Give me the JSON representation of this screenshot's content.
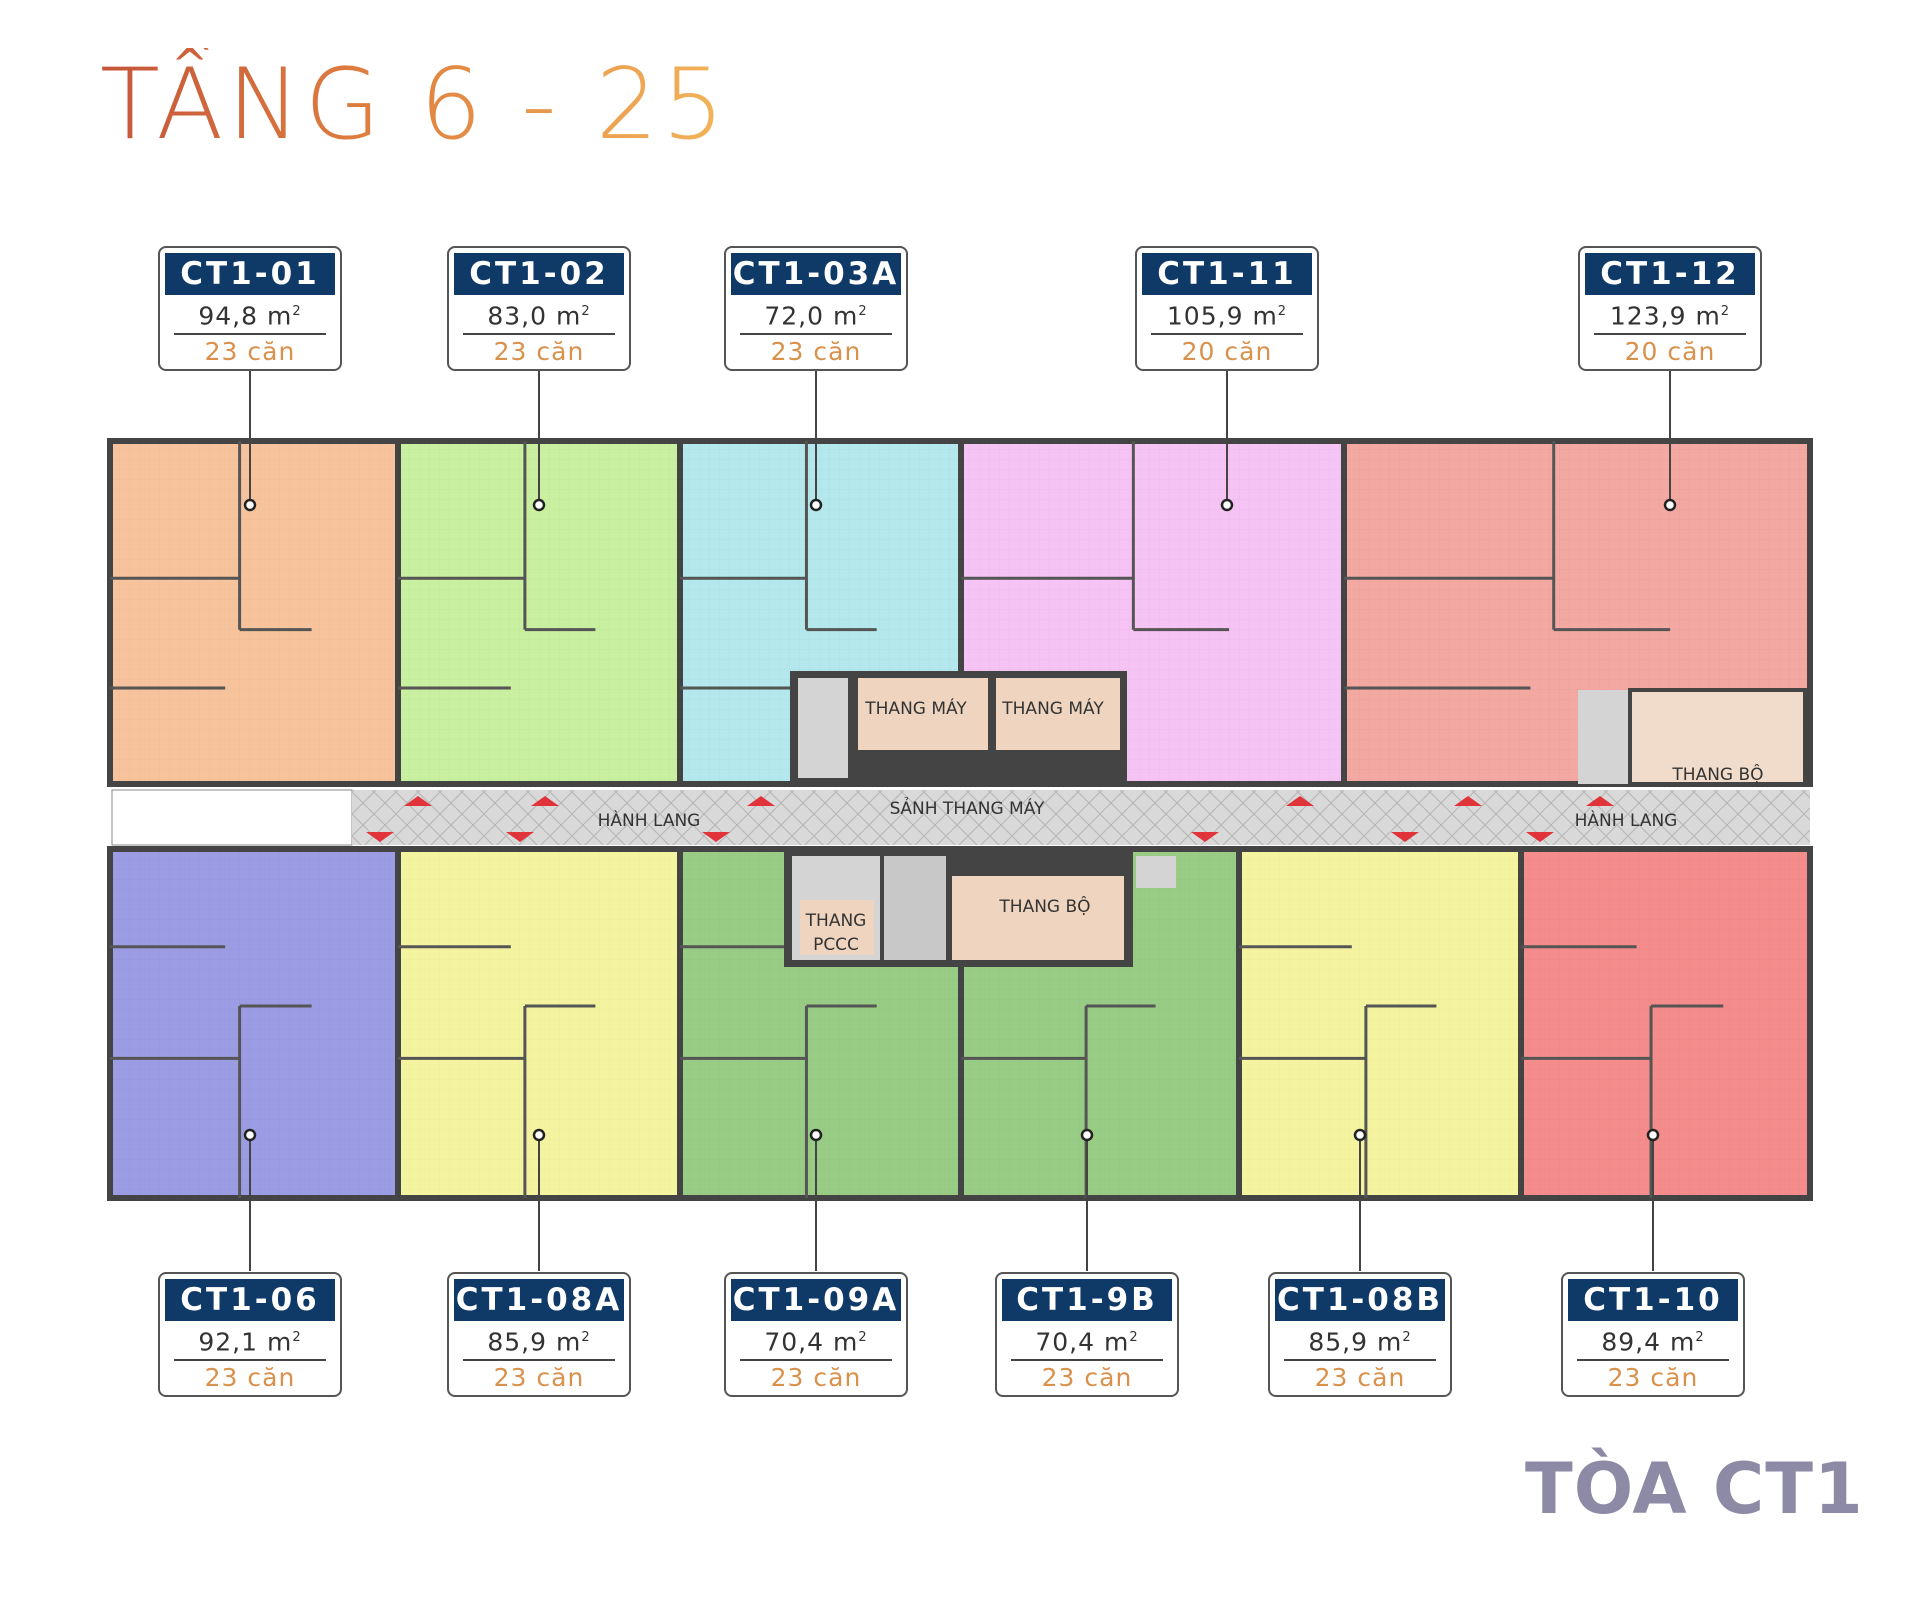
{
  "title": "TẦNG 6 - 25",
  "tower": "TÒA CT1",
  "area_unit": "m",
  "area_exp": "2",
  "colors": {
    "brand_navy": "#0f3a68",
    "count_orange": "#d9914c"
  },
  "top_units": [
    {
      "code": "CT1-01",
      "area": "94,8",
      "count": "23 căn",
      "color": "#f6c39c"
    },
    {
      "code": "CT1-02",
      "area": "83,0",
      "count": "23 căn",
      "color": "#c8f0a0"
    },
    {
      "code": "CT1-03A",
      "area": "72,0",
      "count": "23 căn",
      "color": "#b4e8ec"
    },
    {
      "code": "CT1-11",
      "area": "105,9",
      "count": "20 căn",
      "color": "#f6c4f4"
    },
    {
      "code": "CT1-12",
      "area": "123,9",
      "count": "20 căn",
      "color": "#f3a8a2"
    }
  ],
  "bottom_units": [
    {
      "code": "CT1-06",
      "area": "92,1",
      "count": "23 căn",
      "color": "#9c9ce4"
    },
    {
      "code": "CT1-08A",
      "area": "85,9",
      "count": "23 căn",
      "color": "#f4f4a0"
    },
    {
      "code": "CT1-09A",
      "area": "70,4",
      "count": "23 căn",
      "color": "#98cc84"
    },
    {
      "code": "CT1-9B",
      "area": "70,4",
      "count": "23 căn",
      "color": "#98cc84"
    },
    {
      "code": "CT1-08B",
      "area": "85,9",
      "count": "23 căn",
      "color": "#f4f4a0"
    },
    {
      "code": "CT1-10",
      "area": "89,4",
      "count": "23 căn",
      "color": "#f48c8c"
    }
  ],
  "plan_labels": {
    "elevator_1": "THANG MÁY",
    "elevator_2": "THANG MÁY",
    "lobby": "SẢNH THANG MÁY",
    "corridor_left": "HÀNH LANG",
    "corridor_right": "HÀNH LANG",
    "stairs_center": "THANG BỘ",
    "stairs_right": "THANG BỘ",
    "fire_elevator_1": "THANG",
    "fire_elevator_2": "PCCC"
  }
}
